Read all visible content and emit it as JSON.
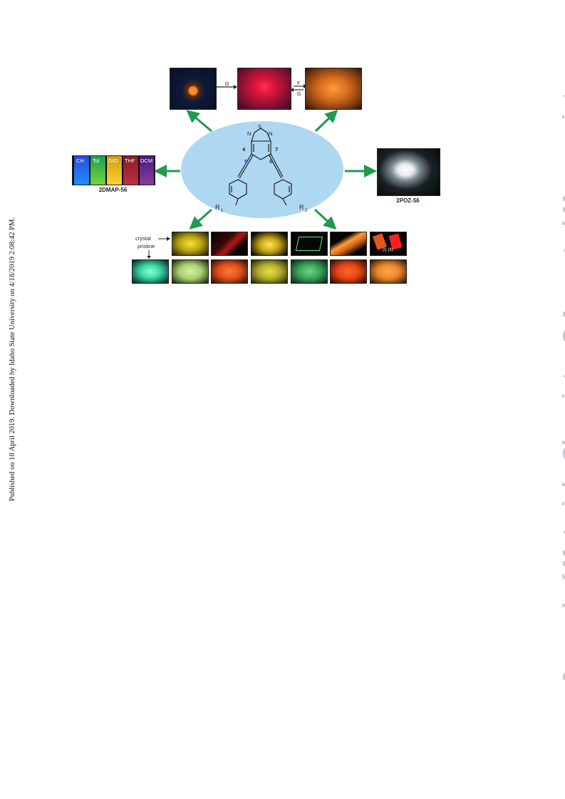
{
  "side_note": "Published on 18 April 2019. Downloaded by Idaho State University on 4/18/2019 2:08:42 PM.",
  "watermark": "Journal of Materials Chemistry C Accepted Manuscript",
  "figure": {
    "top_arrow_g": "G",
    "top_arrow_f": "F",
    "top_arrow_g2": "G",
    "vials": [
      "CH",
      "Tol",
      "DIO",
      "THF",
      "DCM"
    ],
    "caption_left": "2DMAP-56",
    "caption_right": "2POZ-56",
    "crystal_label": "crystal",
    "pristine_label": "pristine",
    "polymorph_labels": "(I)  (II)",
    "molecule": {
      "s": "S",
      "n_left": "N",
      "n_right": "N",
      "pos4": "4",
      "pos5": "5",
      "pos6": "6",
      "pos7": "7",
      "r1": "R",
      "r1_sub": "1",
      "r2": "R",
      "r2_sub": "2"
    }
  },
  "colors": {
    "ellipse": "#aed7f1",
    "arrow": "#1f9a4e",
    "watermark": "#c9c9d4"
  }
}
